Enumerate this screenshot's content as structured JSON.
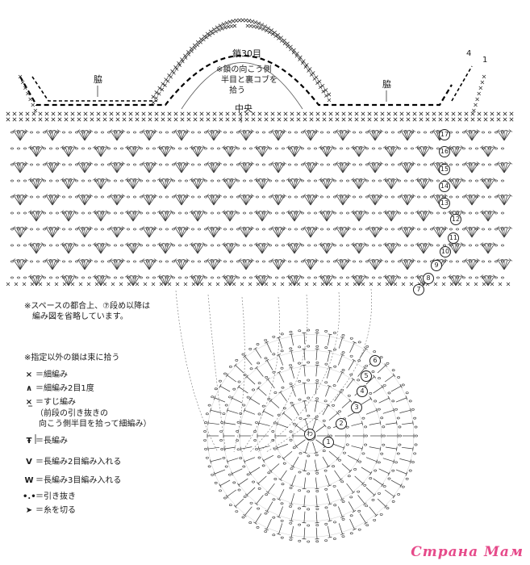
{
  "labels": {
    "chain_count": "鎖30目",
    "note_pick": [
      "※鎖の向こう側",
      "半目と裏コブを",
      "拾う"
    ],
    "side_left": "脇",
    "side_right": "脇",
    "center": "中央",
    "row_marks": [
      "4",
      "1"
    ]
  },
  "round_numbers": [
    "17",
    "16",
    "15",
    "14",
    "13",
    "12",
    "11",
    "10",
    "9",
    "8",
    "7"
  ],
  "bottom_round_numbers": [
    "わ",
    "1",
    "2",
    "3",
    "4",
    "5",
    "6"
  ],
  "space_note": [
    "※スペースの都合上、⑦段め以降は",
    "編み図を省略しています。"
  ],
  "legend": {
    "intro": "※指定以外の鎖は束に拾う",
    "items": [
      {
        "sym": "×",
        "text": "＝細編み"
      },
      {
        "sym": "∧",
        "text": "＝細編み2目1度"
      },
      {
        "sym": "×̲",
        "text": "＝すじ編み"
      },
      {
        "sym": "",
        "text": "（前段の引き抜きの"
      },
      {
        "sym": "",
        "text": "向こう側半目を拾って細編み）"
      },
      {
        "sym": "Ŧ",
        "text": "＝長編み"
      },
      {
        "sym": "V",
        "text": "＝長編み2目編み入れる"
      },
      {
        "sym": "W",
        "text": "＝長編み3目編み入れる"
      },
      {
        "sym": "•.•",
        "text": "＝引き抜き"
      },
      {
        "sym": "➤",
        "text": "＝糸を切る"
      }
    ]
  },
  "watermark": "Страна Мам",
  "colors": {
    "ink": "#1a1a1a",
    "watermark": "#e64a8a"
  }
}
